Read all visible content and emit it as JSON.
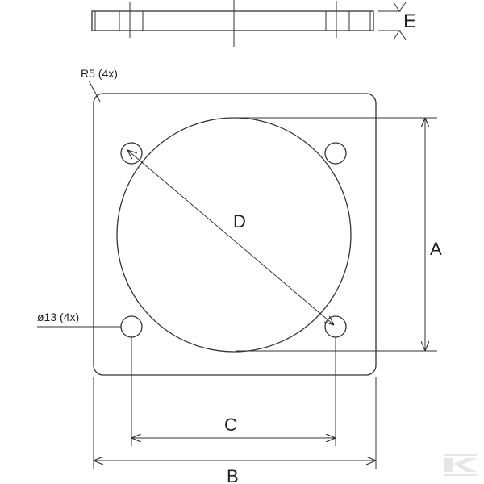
{
  "labels": {
    "corner_radius": "R5 (4x)",
    "hole_diameter": "ø13 (4x)",
    "dim_a": "A",
    "dim_b": "B",
    "dim_c": "C",
    "dim_d": "D",
    "dim_e": "E"
  },
  "watermark": {
    "text": "K",
    "color": "#e4e4e4"
  },
  "colors": {
    "line": "#333333",
    "background": "#ffffff"
  }
}
